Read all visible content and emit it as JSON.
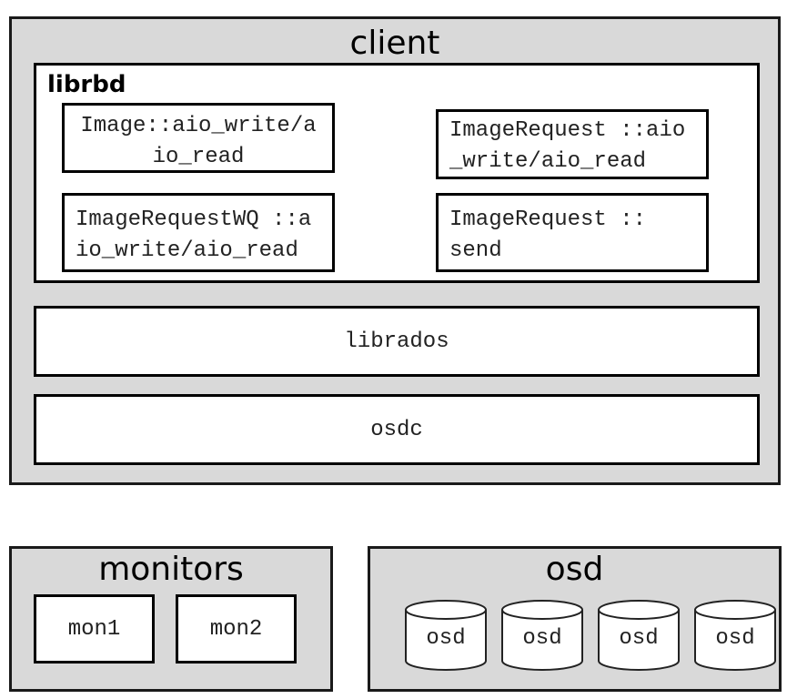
{
  "client": {
    "title": "client",
    "librbd": {
      "label": "librbd",
      "functions": [
        "Image::aio_write/aio_read",
        "ImageRequest ::aio_write/aio_read",
        "ImageRequestWQ ::aio_write/aio_read",
        "ImageRequest :: send"
      ]
    },
    "librados": "librados",
    "osdc": "osdc"
  },
  "monitors": {
    "title": "monitors",
    "items": [
      "mon1",
      "mon2"
    ]
  },
  "osd": {
    "title": "osd",
    "disks": [
      "osd",
      "osd",
      "osd",
      "osd"
    ]
  }
}
